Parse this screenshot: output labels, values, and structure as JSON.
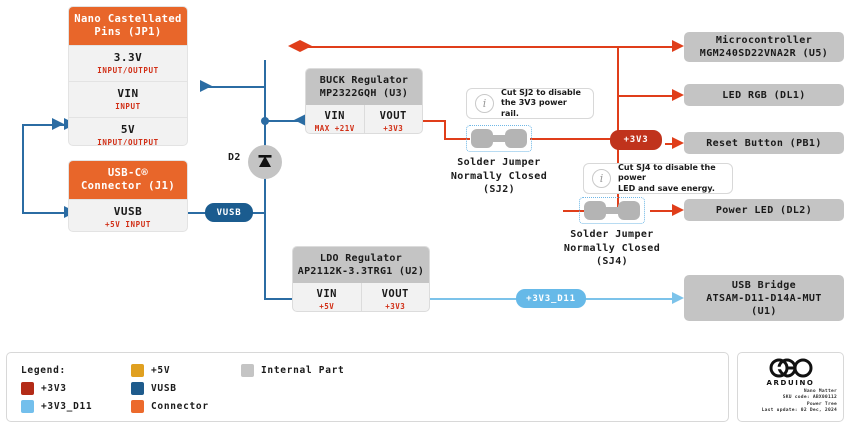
{
  "blocks": {
    "nano_pins": {
      "title": "Nano Castellated\nPins (JP1)",
      "title_l1": "Nano Castellated",
      "title_l2": "Pins (JP1)",
      "rows": [
        {
          "name": "3.3V",
          "sub": "INPUT/OUTPUT"
        },
        {
          "name": "VIN",
          "sub": "INPUT"
        },
        {
          "name": "5V",
          "sub": "INPUT/OUTPUT"
        }
      ]
    },
    "usb_c": {
      "title_l1": "USB-C®",
      "title_l2": "Connector (J1)",
      "rows": [
        {
          "name": "VUSB",
          "sub": "+5V INPUT"
        }
      ]
    },
    "buck": {
      "title_l1": "BUCK Regulator",
      "title_l2": "MP2322GQH (U3)",
      "pins": [
        {
          "name": "VIN",
          "value": "MAX +21V"
        },
        {
          "name": "VOUT",
          "value": "+3V3"
        }
      ]
    },
    "ldo": {
      "title_l1": "LDO Regulator",
      "title_l2": "AP2112K-3.3TRG1 (U2)",
      "pins": [
        {
          "name": "VIN",
          "value": "+5V"
        },
        {
          "name": "VOUT",
          "value": "+3V3"
        }
      ]
    },
    "microcontroller": {
      "l1": "Microcontroller",
      "l2": "MGM240SD22VNA2R (U5)"
    },
    "led_rgb": {
      "l1": "LED RGB (DL1)"
    },
    "reset_button": {
      "l1": "Reset Button (PB1)"
    },
    "power_led": {
      "l1": "Power LED (DL2)"
    },
    "usb_bridge": {
      "l1": "USB Bridge",
      "l2": "ATSAM-D11-D14A-MUT",
      "l3": "(U1)"
    }
  },
  "jumpers": {
    "sj2": {
      "l1": "Solder Jumper",
      "l2": "Normally Closed",
      "l3": "(SJ2)"
    },
    "sj4": {
      "l1": "Solder Jumper",
      "l2": "Normally Closed",
      "l3": "(SJ4)"
    }
  },
  "callouts": {
    "sj2_info": {
      "l1": "Cut SJ2 to disable",
      "l2": "the 3V3 power rail.",
      "icon": "info-icon"
    },
    "sj4_info": {
      "l1": "Cut SJ4 to disable the power",
      "l2": "LED and save energy.",
      "icon": "info-icon"
    }
  },
  "labels": {
    "vusb_pill": "VUSB",
    "v3v3_pill": "+3V3",
    "v3v3_d11_pill": "+3V3_D11",
    "diode": "D2"
  },
  "legend": {
    "title": "Legend:",
    "items": [
      {
        "label": "+3V3",
        "color": "#b32b17"
      },
      {
        "label": "+3V3_D11",
        "color": "#73bfec"
      },
      {
        "label": "+5V",
        "color": "#e0a020"
      },
      {
        "label": "VUSB",
        "color": "#1e5b8c"
      },
      {
        "label": "Connector",
        "color": "#ec6a2c"
      },
      {
        "label": "Internal Part",
        "color": "#c4c4c4"
      }
    ]
  },
  "footer": {
    "brand": "ARDUINO",
    "lines": [
      "Nano Matter",
      "SKU code: ABX00112",
      "Power Tree",
      "Last update: 02 Dec, 2024"
    ]
  },
  "colors": {
    "rail_3v3": "#e03e1a",
    "rail_vusb": "#2b6ca3",
    "rail_3v3_d11": "#7cc3ea",
    "connector": "#e8662a",
    "internal": "#c4c4c4"
  }
}
